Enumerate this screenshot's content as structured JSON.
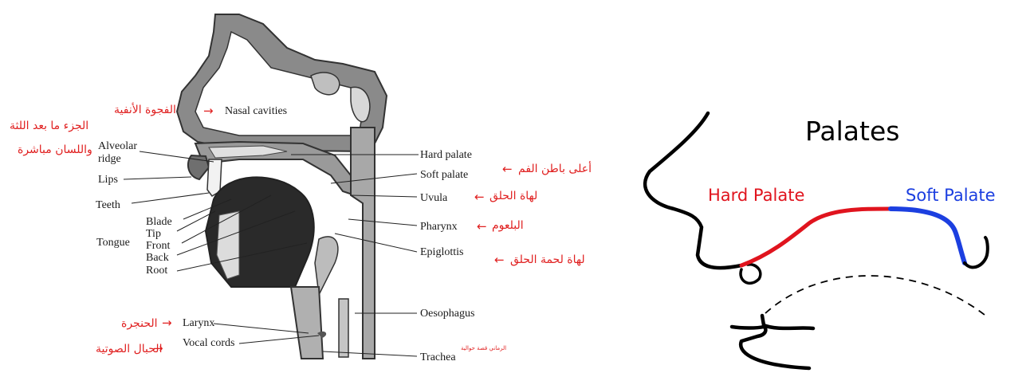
{
  "left_diagram": {
    "labels": {
      "nasal_cavities": "Nasal cavities",
      "alveolar_ridge_1": "Alveolar",
      "alveolar_ridge_2": "ridge",
      "lips": "Lips",
      "teeth": "Teeth",
      "tongue": "Tongue",
      "blade": "Blade",
      "tip": "Tip",
      "front": "Front",
      "back": "Back",
      "root": "Root",
      "hard_palate": "Hard palate",
      "soft_palate": "Soft palate",
      "uvula": "Uvula",
      "pharynx": "Pharynx",
      "epiglottis": "Epiglottis",
      "oesophagus": "Oesophagus",
      "larynx": "Larynx",
      "vocal_cords": "Vocal cords",
      "trachea": "Trachea"
    },
    "arabic": {
      "nasal_cavity": "الفجوة الأنفية",
      "post_alveolar_1": "الجزء ما بعد اللثة",
      "post_alveolar_2": "واللسان مباشرة",
      "hard_palate": "أعلى باطن   الفم",
      "uvula": "لهاة الحلق",
      "pharynx": "البلعوم",
      "epiglottis": "لهاة لحمة الحلق",
      "larynx": "الحنجرة",
      "vocal_cords": "الحبال الصوتية",
      "watermark": "الرماني قصة حوالية"
    },
    "arrow_glyph": "→",
    "arrow_left_glyph": "←"
  },
  "right_diagram": {
    "title": "Palates",
    "hard_palate_label": "Hard Palate",
    "soft_palate_label": "Soft Palate",
    "colors": {
      "hard": "#e0141e",
      "soft": "#1c3fe0",
      "outline": "#000000"
    }
  }
}
